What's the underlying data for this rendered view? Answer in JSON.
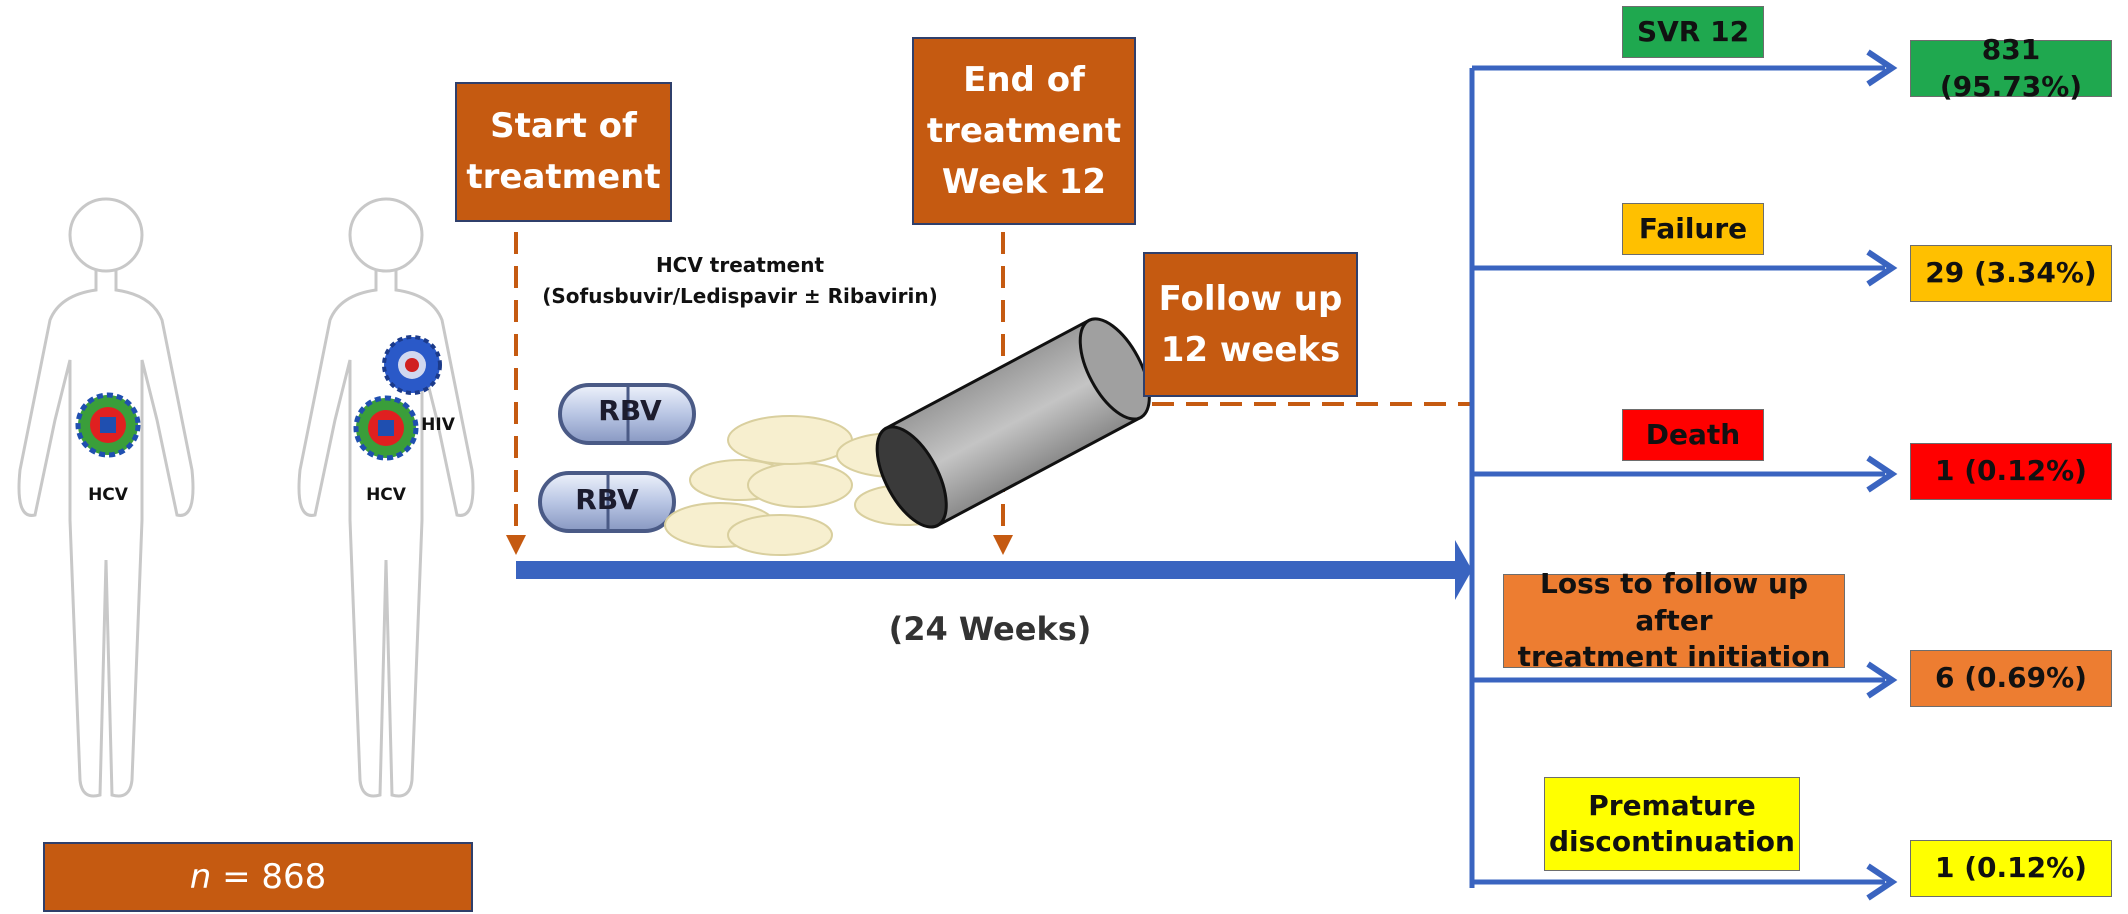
{
  "colors": {
    "brown": "#c55a11",
    "blue_line": "#3a64c0",
    "green": "#1fa84f",
    "amber": "#ffc000",
    "red": "#ff0000",
    "orange": "#ed7d31",
    "yellow": "#ffff00"
  },
  "population": {
    "figure_left_label": "HCV",
    "figure_right_label": "HCV",
    "figure_right_coinfection_label": "HIV",
    "n_label": "n",
    "n_value": "= 868"
  },
  "timeline": {
    "start_label_line1": "Start of",
    "start_label_line2": "treatment",
    "end_label_line1": "End of",
    "end_label_line2": "treatment",
    "end_label_line3": "Week 12",
    "followup_label_line1": "Follow up",
    "followup_label_line2": "12 weeks",
    "treatment_label_line1": "HCV treatment",
    "treatment_label_line2": "(Sofusbuvir/Ledispavir ± Ribavirin)",
    "duration_label": "(24 Weeks)",
    "pill_label_1": "RBV",
    "pill_label_2": "RBV"
  },
  "outcomes": [
    {
      "label": "SVR 12",
      "value": "831 (95.73%)",
      "color": "#1fa84f"
    },
    {
      "label": "Failure",
      "value": "29 (3.34%)",
      "color": "#ffc000"
    },
    {
      "label": "Death",
      "value": "1 (0.12%)",
      "color": "#ff0000"
    },
    {
      "label": "Loss to follow up after treatment initiation",
      "label_line1": "Loss to follow up after",
      "label_line2": "treatment initiation",
      "value": "6 (0.69%)",
      "color": "#ed7d31"
    },
    {
      "label": "Premature discontinuation",
      "label_line1": "Premature",
      "label_line2": "discontinuation",
      "value": "1 (0.12%)",
      "color": "#ffff00"
    }
  ]
}
